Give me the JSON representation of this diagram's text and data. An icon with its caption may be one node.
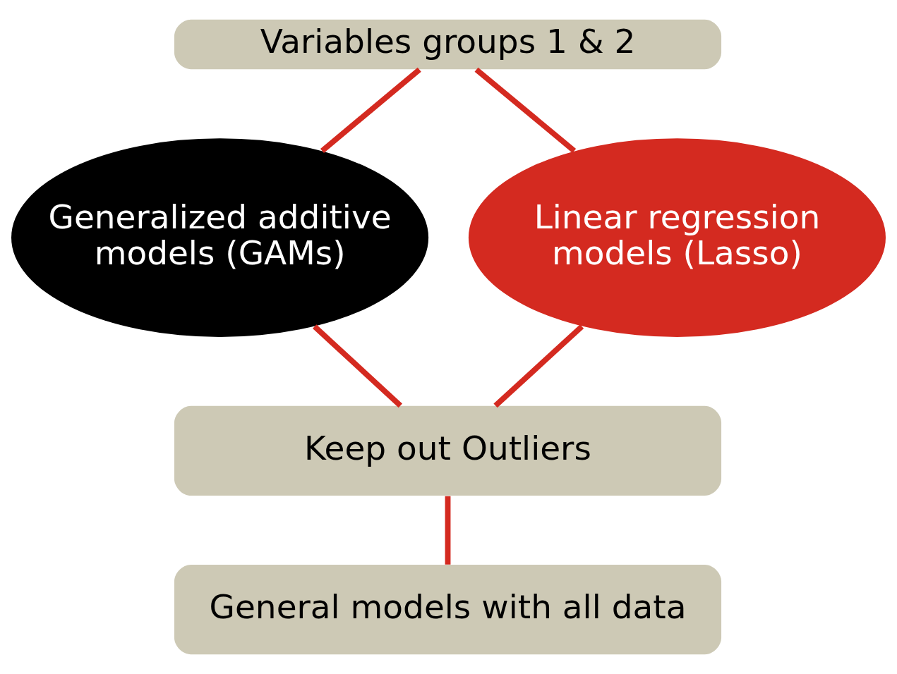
{
  "diagram": {
    "nodes": [
      {
        "text": [
          "Variables groups 1 & 2"
        ]
      },
      {
        "text": [
          "Generalized additive models (GAMs)"
        ]
      },
      {
        "text": [
          "Linear regression models (Lasso)"
        ]
      },
      {
        "text": [
          "Keep out Outliers"
        ]
      },
      {
        "text": [
          "General models with all data"
        ]
      }
    ],
    "edges": [
      {
        "from": 0,
        "to": 1,
        "arrow": "none"
      },
      {
        "from": 0,
        "to": 2,
        "arrow": "none"
      },
      {
        "from": 1,
        "to": 3,
        "arrow": "none"
      },
      {
        "from": 2,
        "to": 3,
        "arrow": "none"
      },
      {
        "from": 3,
        "to": 4,
        "arrow": "none"
      }
    ]
  }
}
